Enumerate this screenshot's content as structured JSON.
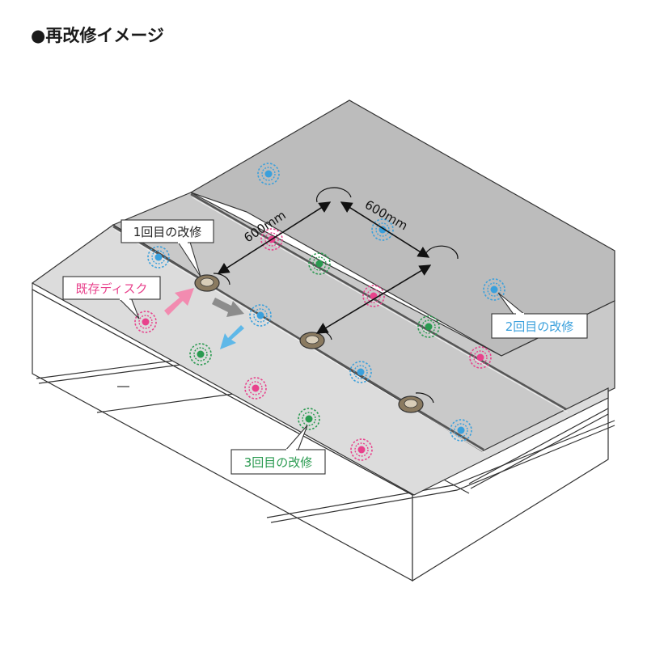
{
  "heading": "●再改修イメージ",
  "dimensions": {
    "left_span": "600mm",
    "right_span": "600mm"
  },
  "callouts": {
    "existing_disc": "既存ディスク",
    "first_repair": "1回目の改修",
    "second_repair": "2回目の改修",
    "third_repair": "3回目の改修"
  },
  "colors": {
    "existing_disc": "#e8428c",
    "first_repair": "#8a7a60",
    "second_repair": "#3aa0dc",
    "third_repair": "#2a9a50",
    "panel_front": "#d9d9d9",
    "panel_back": "#bdbdbd",
    "pink_arrow": "#f28bb0",
    "gray_arrow": "#8c8c8c",
    "blue_arrow": "#5fb8e8"
  }
}
